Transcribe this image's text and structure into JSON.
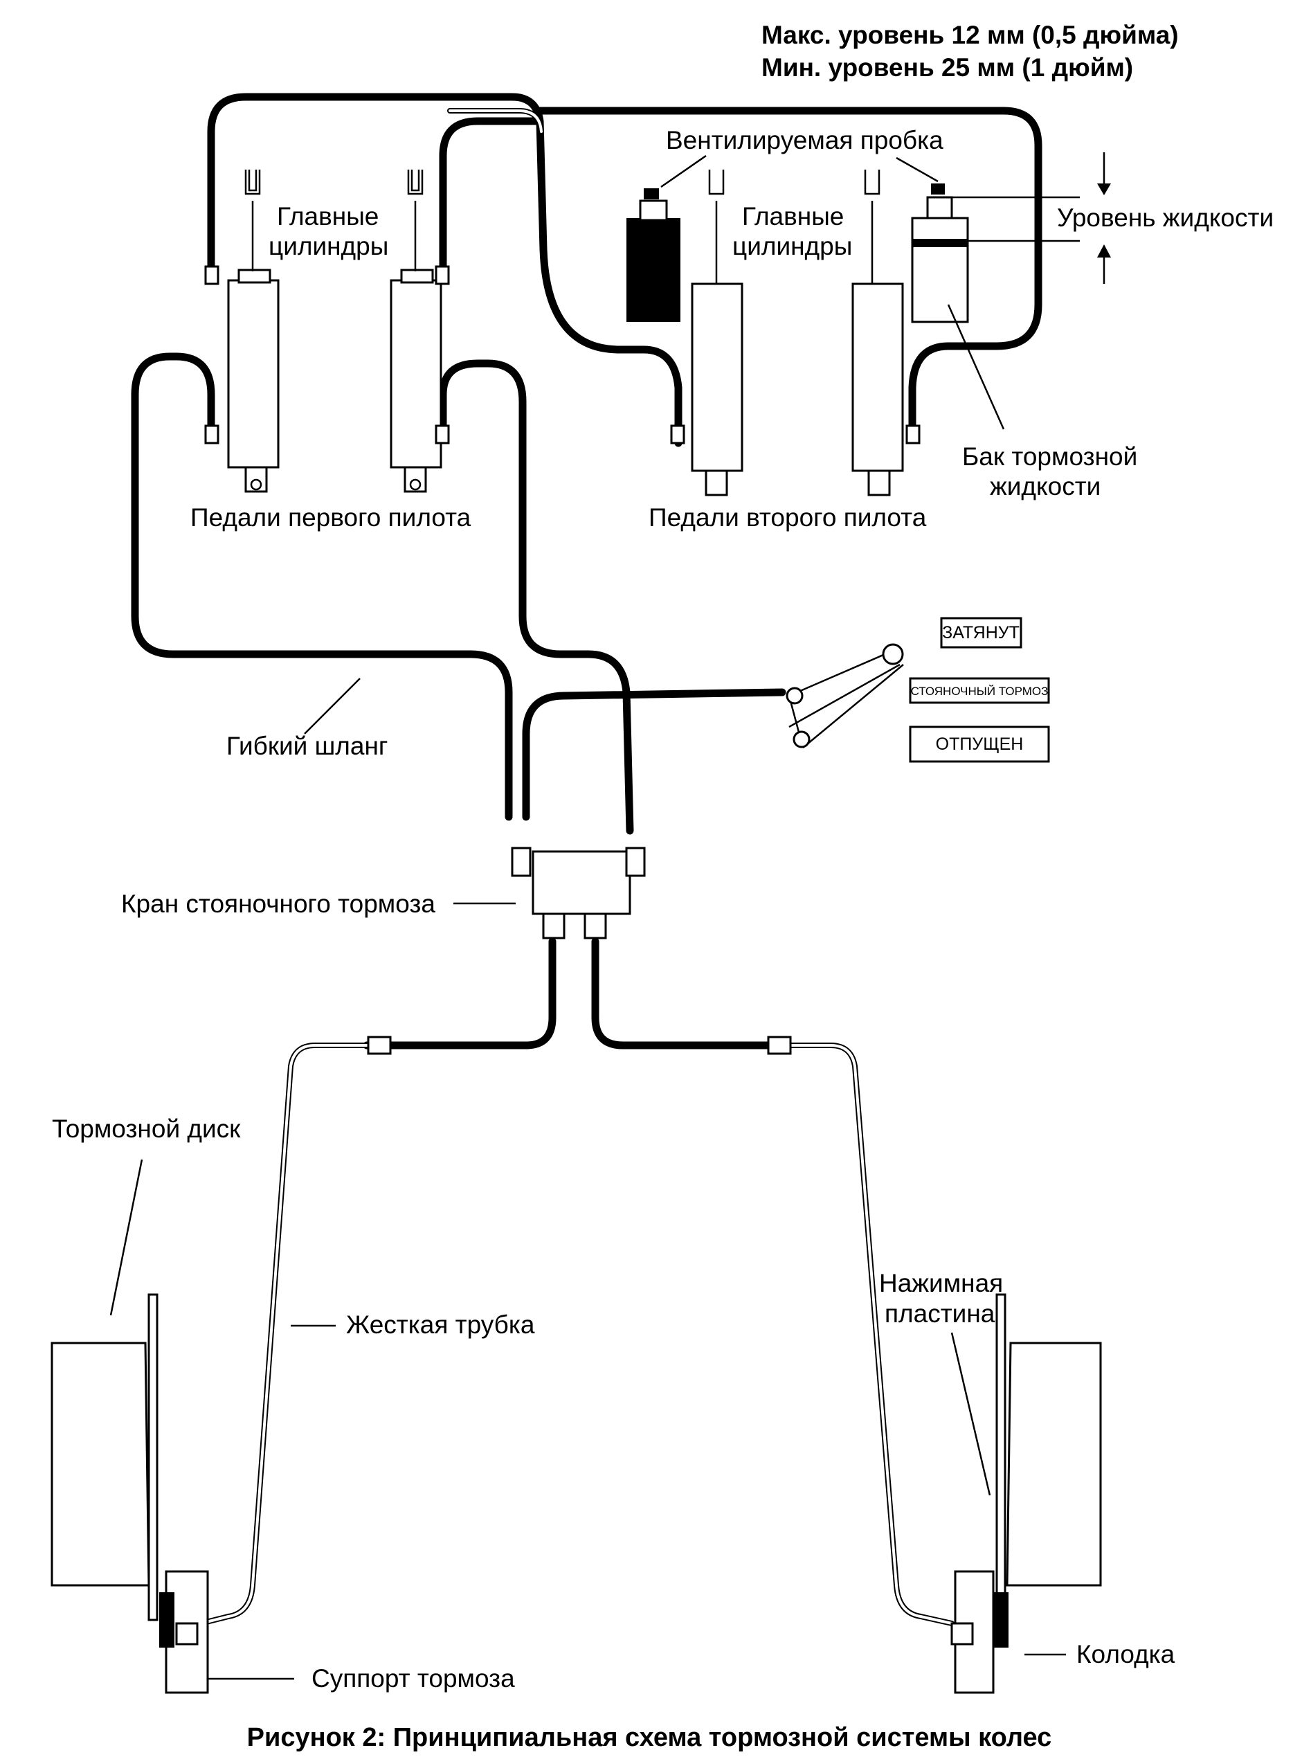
{
  "labels": {
    "max_level": "Макс. уровень 12 мм (0,5 дюйма)",
    "min_level": "Мин. уровень 25 мм (1 дюйм)",
    "vent_cap": "Вентилируемая пробка",
    "master_cyl_left_1": "Главные",
    "master_cyl_left_2": "цилиндры",
    "master_cyl_right_1": "Главные",
    "master_cyl_right_2": "цилиндры",
    "fluid_level": "Уровень жидкости",
    "reservoir_1": "Бак тормозной",
    "reservoir_2": "жидкости",
    "pilot1_pedals": "Педали первого пилота",
    "pilot2_pedals": "Педали второго пилота",
    "flex_hose": "Гибкий шланг",
    "parking_valve": "Кран стояночного тормоза",
    "brake_disc": "Тормозной диск",
    "rigid_tube": "Жесткая трубка",
    "pressure_plate_1": "Нажимная",
    "pressure_plate_2": "пластина",
    "caliper": "Суппорт тормоза",
    "pad": "Колодка",
    "lever_on": "ЗАТЯНУТ",
    "lever_name": "СТОЯНОЧНЫЙ ТОРМОЗ",
    "lever_off": "ОТПУЩЕН"
  },
  "caption": "Рисунок 2: Принципиальная схема тормозной системы колес"
}
